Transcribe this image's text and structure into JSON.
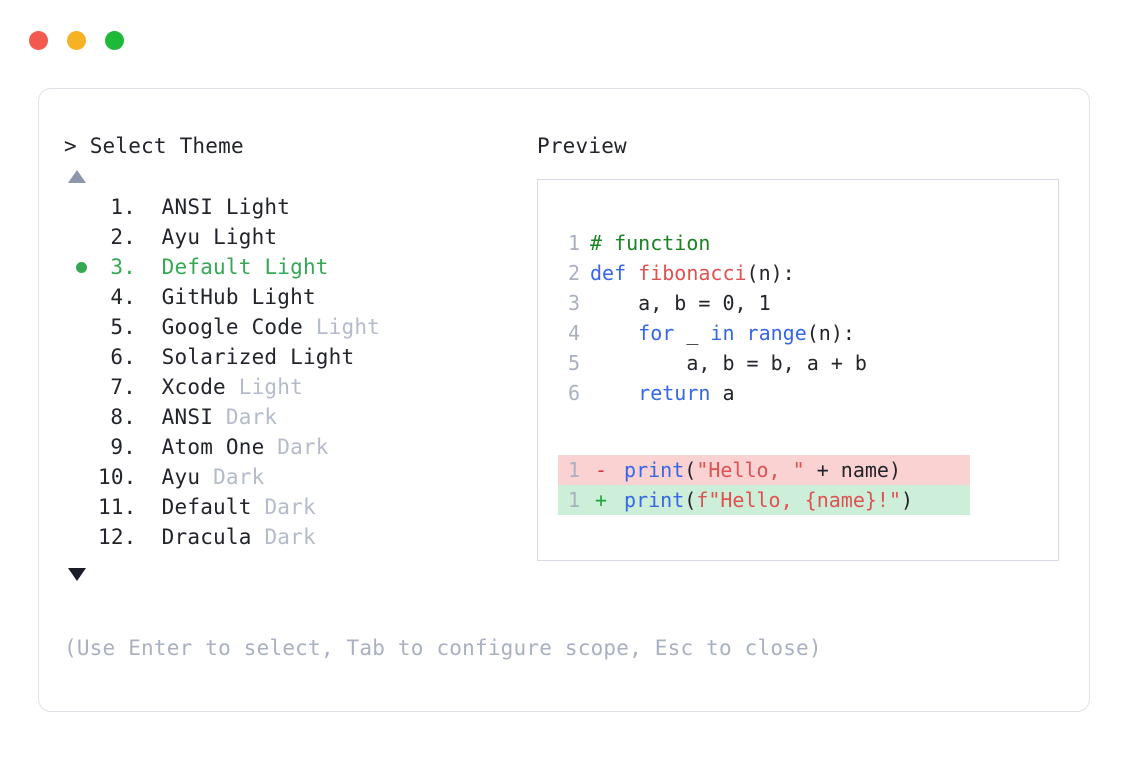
{
  "window": {
    "traffic_lights": [
      {
        "name": "close",
        "color": "#f2594f"
      },
      {
        "name": "minimize",
        "color": "#f5b323"
      },
      {
        "name": "maximize",
        "color": "#1fb93a"
      }
    ]
  },
  "prompt": {
    "marker": ">",
    "title": "Select Theme"
  },
  "scroll": {
    "up_indicator": "▲",
    "down_indicator": "▼"
  },
  "selection": {
    "bullet": "●",
    "selected_index": 3,
    "accent_color": "#35a853"
  },
  "themes": [
    {
      "num": "1.",
      "name": "ANSI",
      "variant": "Light",
      "variant_muted": false,
      "selected": false
    },
    {
      "num": "2.",
      "name": "Ayu",
      "variant": "Light",
      "variant_muted": false,
      "selected": false
    },
    {
      "num": "3.",
      "name": "Default",
      "variant": "Light",
      "variant_muted": false,
      "selected": true
    },
    {
      "num": "4.",
      "name": "GitHub",
      "variant": "Light",
      "variant_muted": false,
      "selected": false
    },
    {
      "num": "5.",
      "name": "Google Code",
      "variant": "Light",
      "variant_muted": true,
      "selected": false
    },
    {
      "num": "6.",
      "name": "Solarized",
      "variant": "Light",
      "variant_muted": false,
      "selected": false
    },
    {
      "num": "7.",
      "name": "Xcode",
      "variant": "Light",
      "variant_muted": true,
      "selected": false
    },
    {
      "num": "8.",
      "name": "ANSI",
      "variant": "Dark",
      "variant_muted": true,
      "selected": false
    },
    {
      "num": "9.",
      "name": "Atom One",
      "variant": "Dark",
      "variant_muted": true,
      "selected": false
    },
    {
      "num": "10.",
      "name": "Ayu",
      "variant": "Dark",
      "variant_muted": true,
      "selected": false
    },
    {
      "num": "11.",
      "name": "Default",
      "variant": "Dark",
      "variant_muted": true,
      "selected": false
    },
    {
      "num": "12.",
      "name": "Dracula",
      "variant": "Dark",
      "variant_muted": true,
      "selected": false
    }
  ],
  "preview": {
    "title": "Preview",
    "code_lines": [
      {
        "ln": "1",
        "tokens": [
          {
            "t": "# function",
            "c": "comment"
          }
        ]
      },
      {
        "ln": "2",
        "tokens": [
          {
            "t": "def ",
            "c": "kw"
          },
          {
            "t": "fibonacci",
            "c": "fn"
          },
          {
            "t": "(n):",
            "c": "plain"
          }
        ]
      },
      {
        "ln": "3",
        "tokens": [
          {
            "t": "    a, b = 0, 1",
            "c": "plain"
          }
        ]
      },
      {
        "ln": "4",
        "tokens": [
          {
            "t": "    ",
            "c": "plain"
          },
          {
            "t": "for",
            "c": "kw"
          },
          {
            "t": " _ ",
            "c": "plain"
          },
          {
            "t": "in range",
            "c": "kw"
          },
          {
            "t": "(n):",
            "c": "plain"
          }
        ]
      },
      {
        "ln": "5",
        "tokens": [
          {
            "t": "        a, b = b, a + b",
            "c": "plain"
          }
        ]
      },
      {
        "ln": "6",
        "tokens": [
          {
            "t": "    ",
            "c": "plain"
          },
          {
            "t": "return",
            "c": "kw"
          },
          {
            "t": " a",
            "c": "plain"
          }
        ]
      }
    ],
    "diff_lines": [
      {
        "ln": "1",
        "sign": "-",
        "kind": "del",
        "tokens": [
          {
            "t": "print",
            "c": "kw"
          },
          {
            "t": "(",
            "c": "plain"
          },
          {
            "t": "\"Hello, \"",
            "c": "str"
          },
          {
            "t": " + name)",
            "c": "plain"
          }
        ]
      },
      {
        "ln": "1",
        "sign": "+",
        "kind": "add",
        "tokens": [
          {
            "t": "print",
            "c": "kw"
          },
          {
            "t": "(",
            "c": "plain"
          },
          {
            "t": "f\"Hello, {name}!\"",
            "c": "str"
          },
          {
            "t": ")",
            "c": "plain"
          }
        ]
      }
    ],
    "diff_colors": {
      "deleted_bg": "#fbd2d2",
      "added_bg": "#cdeed9",
      "minus": "#d83a3a",
      "plus": "#21a53f"
    }
  },
  "footer": {
    "hint": "(Use Enter to select, Tab to configure scope, Esc to close)"
  }
}
